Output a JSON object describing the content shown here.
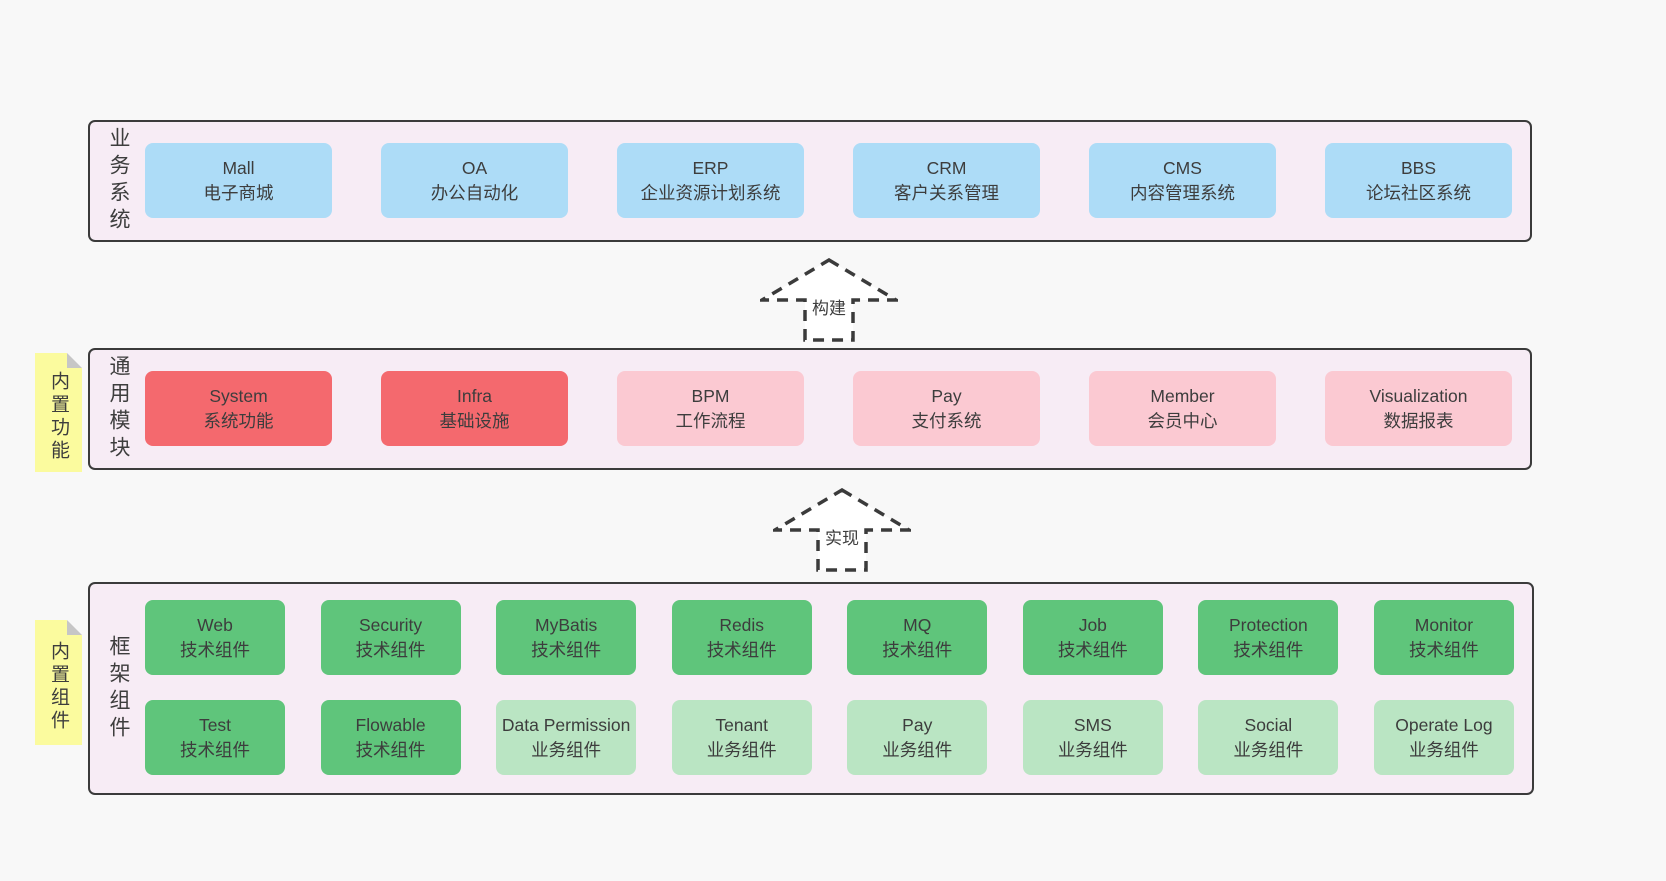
{
  "palette": {
    "pageBg": "#f8f8f8",
    "layerBg": "#f7ecf5",
    "lineDark": "#3b3b3b",
    "textDark": "#3d3d3d",
    "blue": "#addcf7",
    "red": "#f4696e",
    "pink": "#fbc9d2",
    "green": "#5fc57b",
    "greenLight": "#bae5c3",
    "stickyYellow": "#fbfb9e",
    "foldGray": "#c6c6c6",
    "arrowFill": "#ffffff"
  },
  "arrows": [
    {
      "label": "构建"
    },
    {
      "label": "实现"
    }
  ],
  "layers": [
    {
      "label": "业务系统",
      "boxes": [
        {
          "name": "Mall",
          "desc": "电子商城"
        },
        {
          "name": "OA",
          "desc": "办公自动化"
        },
        {
          "name": "ERP",
          "desc": "企业资源计划系统"
        },
        {
          "name": "CRM",
          "desc": "客户关系管理"
        },
        {
          "name": "CMS",
          "desc": "内容管理系统"
        },
        {
          "name": "BBS",
          "desc": "论坛社区系统"
        }
      ]
    },
    {
      "label": "通用模块",
      "sticky": "内置功能",
      "boxes": [
        {
          "name": "System",
          "desc": "系统功能"
        },
        {
          "name": "Infra",
          "desc": "基础设施"
        },
        {
          "name": "BPM",
          "desc": "工作流程"
        },
        {
          "name": "Pay",
          "desc": "支付系统"
        },
        {
          "name": "Member",
          "desc": "会员中心"
        },
        {
          "name": "Visualization",
          "desc": "数据报表"
        }
      ]
    },
    {
      "label": "框架组件",
      "sticky": "内置组件",
      "rows": [
        [
          {
            "name": "Web",
            "desc": "技术组件"
          },
          {
            "name": "Security",
            "desc": "技术组件"
          },
          {
            "name": "MyBatis",
            "desc": "技术组件"
          },
          {
            "name": "Redis",
            "desc": "技术组件"
          },
          {
            "name": "MQ",
            "desc": "技术组件"
          },
          {
            "name": "Job",
            "desc": "技术组件"
          },
          {
            "name": "Protection",
            "desc": "技术组件"
          },
          {
            "name": "Monitor",
            "desc": "技术组件"
          }
        ],
        [
          {
            "name": "Test",
            "desc": "技术组件"
          },
          {
            "name": "Flowable",
            "desc": "技术组件"
          },
          {
            "name": "Data Permission",
            "desc": "业务组件"
          },
          {
            "name": "Tenant",
            "desc": "业务组件"
          },
          {
            "name": "Pay",
            "desc": "业务组件"
          },
          {
            "name": "SMS",
            "desc": "业务组件"
          },
          {
            "name": "Social",
            "desc": "业务组件"
          },
          {
            "name": "Operate Log",
            "desc": "业务组件"
          }
        ]
      ]
    }
  ]
}
